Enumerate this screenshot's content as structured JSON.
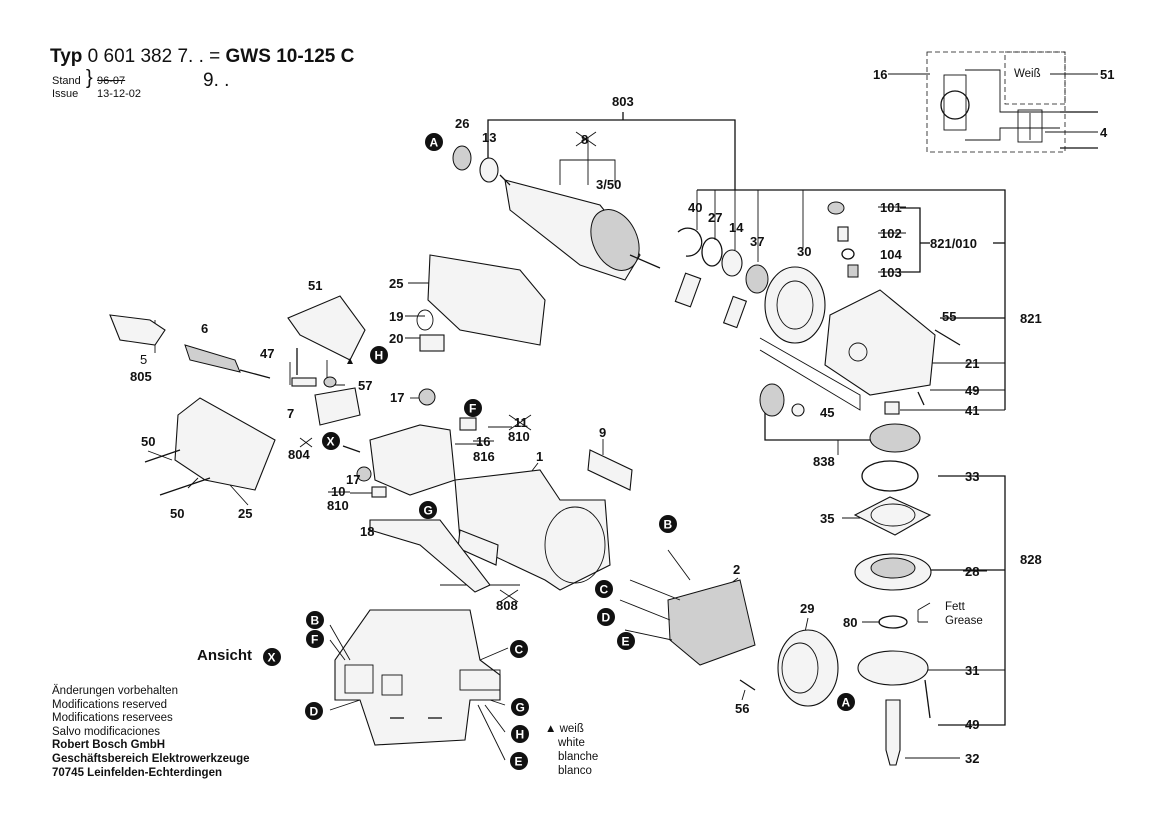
{
  "header": {
    "typ_label": "Typ",
    "typ_number": "0 601 382 7. . = ",
    "model": "GWS 10-125 C",
    "variant": "9. .",
    "stand_label": "Stand",
    "issue_label": "Issue",
    "old_date": "96-07",
    "date": "13-12-02"
  },
  "footer": {
    "lines": [
      "Änderungen vorbehalten",
      "Modifications reserved",
      "Modifications reservees",
      "Salvo modificaciones"
    ],
    "company": "Robert Bosch GmbH",
    "division": "Geschäftsbereich Elektrowerkzeuge",
    "address": "70745 Leinfelden-Echterdingen"
  },
  "legend": {
    "marker": "▲",
    "lines": [
      "weiß",
      "white",
      "blanche",
      "blanco"
    ]
  },
  "ansicht": {
    "label": "Ansicht",
    "letter": "X"
  },
  "grease": {
    "de": "Fett",
    "en": "Grease"
  },
  "circuit": {
    "label": "Weiß"
  },
  "parts": {
    "p803": "803",
    "p26": "26",
    "p13": "13",
    "p8": "8",
    "p3_50": "3/50",
    "p40": "40",
    "p27": "27",
    "p14": "14",
    "p37": "37",
    "p30": "30",
    "p101": "101",
    "p102": "102",
    "p104": "104",
    "p103": "103",
    "p821_010": "821/010",
    "p821": "821",
    "p55": "55",
    "p21": "21",
    "p49a": "49",
    "p41": "41",
    "p45": "45",
    "p838": "838",
    "p33": "33",
    "p35": "35",
    "p28": "28",
    "p828": "828",
    "p80": "80",
    "p31": "31",
    "p49b": "49",
    "p32": "32",
    "p29": "29",
    "p2": "2",
    "p56": "56",
    "p1": "1",
    "p9": "9",
    "p808": "808",
    "p18": "18",
    "p17a": "17",
    "p17b": "17",
    "p11": "11",
    "p810a": "810",
    "p16": "16",
    "p816": "816",
    "p10": "10",
    "p810b": "810",
    "p804": "804",
    "p7": "7",
    "p47": "47",
    "p57": "57",
    "p51": "51",
    "p25a": "25",
    "p19": "19",
    "p20": "20",
    "p6": "6",
    "p5": "5",
    "p805": "805",
    "p50a": "50",
    "p50b": "50",
    "p25b": "25",
    "p16c": "16",
    "p51c": "51",
    "p4c": "4"
  },
  "connectors": {
    "A": "A",
    "B": "B",
    "C": "C",
    "D": "D",
    "E": "E",
    "F": "F",
    "G": "G",
    "H": "H",
    "X": "X"
  }
}
